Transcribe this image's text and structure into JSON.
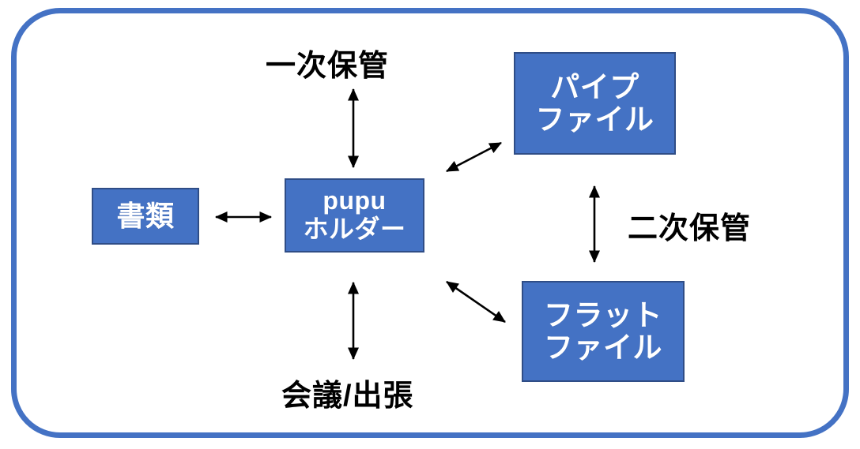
{
  "diagram": {
    "title_text_present": false,
    "frame": {
      "name": "rounded-border-frame",
      "color": "#4472C4"
    },
    "palette": {
      "box_fill": "#4472C4",
      "box_border": "#2F4D86",
      "box_text": "#FFFFFF",
      "caption_text": "#000000",
      "arrow": "#000000",
      "background": "#FFFFFF"
    },
    "nodes": [
      {
        "id": "shorui",
        "lines": [
          "書類"
        ],
        "line1": "書類"
      },
      {
        "id": "pupu",
        "lines": [
          "pupu",
          "ホルダー"
        ],
        "line1": "pupu",
        "line2": "ホルダー"
      },
      {
        "id": "pipe",
        "lines": [
          "パイプ",
          "ファイル"
        ],
        "line1": "パイプ",
        "line2": "ファイル"
      },
      {
        "id": "flat",
        "lines": [
          "フラット",
          "ファイル"
        ],
        "line1": "フラット",
        "line2": "ファイル"
      }
    ],
    "captions": [
      {
        "id": "primary-storage",
        "text": "一次保管"
      },
      {
        "id": "secondary-storage",
        "text": "二次保管"
      },
      {
        "id": "meeting-trip",
        "text": "会議/出張"
      }
    ],
    "connectors": [
      {
        "id": "shorui-pupu",
        "from": "shorui",
        "to": "pupu",
        "style": "double-arrow",
        "orientation": "horizontal"
      },
      {
        "id": "pupu-primary",
        "from": "pupu",
        "to": "primary-storage",
        "style": "double-arrow",
        "orientation": "vertical"
      },
      {
        "id": "pupu-meeting",
        "from": "pupu",
        "to": "meeting-trip",
        "style": "double-arrow",
        "orientation": "vertical"
      },
      {
        "id": "pupu-pipe",
        "from": "pupu",
        "to": "pipe",
        "style": "double-arrow",
        "orientation": "diagonal-up-right"
      },
      {
        "id": "pupu-flat",
        "from": "pupu",
        "to": "flat",
        "style": "double-arrow",
        "orientation": "diagonal-down-right"
      },
      {
        "id": "pipe-flat",
        "from": "pipe",
        "to": "flat",
        "style": "double-arrow",
        "orientation": "vertical"
      }
    ]
  }
}
